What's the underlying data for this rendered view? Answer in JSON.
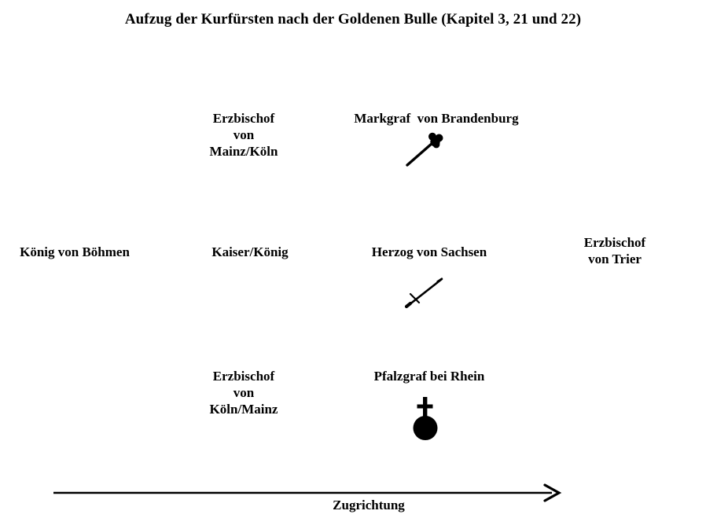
{
  "title": "Aufzug der Kurfürsten nach der Goldenen Bulle (Kapitel 3, 21 und 22)",
  "diagram": {
    "labels": {
      "erzbischof_mainz_koeln": "Erzbischof\nvon\nMainz/Köln",
      "markgraf_brandenburg": "Markgraf  von Brandenburg",
      "koenig_boehmen": "König von Böhmen",
      "kaiser_koenig": "Kaiser/König",
      "herzog_sachsen": "Herzog von Sachsen",
      "erzbischof_trier": "Erzbischof\nvon Trier",
      "erzbischof_koeln_mainz": "Erzbischof\nvon\nKöln/Mainz",
      "pfalzgraf_rhein": "Pfalzgraf bei Rhein"
    },
    "icons": {
      "scepter": "scepter-icon",
      "sword": "sword-icon",
      "orb": "imperial-orb-icon",
      "arrow": "direction-arrow-icon"
    },
    "direction_label": "Zugrichtung",
    "colors": {
      "ink": "#000000",
      "background": "#ffffff"
    }
  }
}
